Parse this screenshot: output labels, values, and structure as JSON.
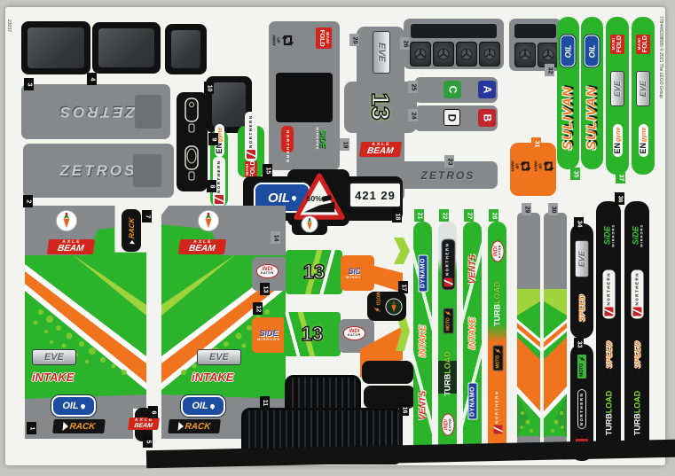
{
  "edge": {
    "left_code": "23037",
    "right_code": "77844/6338580 © 2021 The LEGO Group"
  },
  "colors": {
    "green": "#2cb32c",
    "orange": "#f0741d",
    "red": "#d2251c",
    "blue_oil": "#1c4da0",
    "lime": "#9fd43c",
    "gray_sticker": "#85898c"
  },
  "logos": {
    "zetros": "ZETROS",
    "oil": "OIL",
    "sulivan": "SULIVAN",
    "en": "EN",
    "gyne": "gyne",
    "mani": "MANI",
    "fold": "FOLD",
    "northern": "NORTHERN",
    "side": "SiDE",
    "mirrors": "MIRRORS",
    "intake": "iNTAKE",
    "rack": "RACK",
    "axle": "AXLE",
    "beam": "BEAM",
    "dynamo": "DYNAMO",
    "vents": "VENTS",
    "turb": "TURB",
    "load": "LOAD",
    "moto": "MOTO",
    "indi": "iNDi",
    "kator": "KATOR",
    "up": "UP",
    "away": "AWAY",
    "speed": "SPEED",
    "level": "EVE",
    "thirteen": "13",
    "plate": "421 29",
    "slope": "60%",
    "a": "A",
    "b": "B",
    "c": "C",
    "d": "D"
  },
  "tabs": {
    "1": "1",
    "2": "2",
    "3": "3",
    "4": "4",
    "5": "5",
    "6": "6",
    "7": "7",
    "8": "8",
    "9": "9",
    "10": "10",
    "11": "11",
    "12": "12",
    "13": "13",
    "14": "14",
    "15": "15",
    "16": "16",
    "17": "17",
    "18": "18",
    "19": "19",
    "20": "20",
    "21": "21",
    "22": "22",
    "23": "23",
    "24": "24",
    "25": "25",
    "26": "26",
    "27": "27",
    "28": "28",
    "29": "29",
    "30": "30",
    "31": "31",
    "32": "32",
    "33": "33",
    "34": "34",
    "35": "35",
    "36": "36",
    "37": "37"
  }
}
